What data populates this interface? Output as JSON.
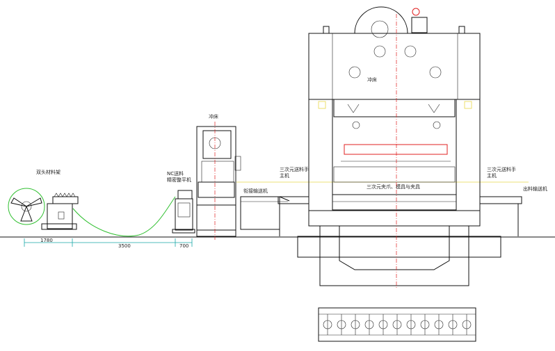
{
  "labels": {
    "uncoiler": "双头材料架",
    "leveler": "NC送料\n精密整平机",
    "small_press": "冲床",
    "large_press": "冲床",
    "feed_table1": "衔接输送机",
    "left_arm": "三次元送料手\n主机",
    "right_arm": "三次元送料手\n主机",
    "exit_conveyor": "出料输送机",
    "die_area": "三次元夹爪、模具与夹具"
  },
  "dimensions": {
    "d1": "1780",
    "d2": "3500",
    "d3": "700"
  },
  "colors": {
    "line": "#111111",
    "center": "#e02020",
    "material": "#2fbf2f",
    "dimension": "#19a8a8",
    "level": "#e8d84a"
  }
}
